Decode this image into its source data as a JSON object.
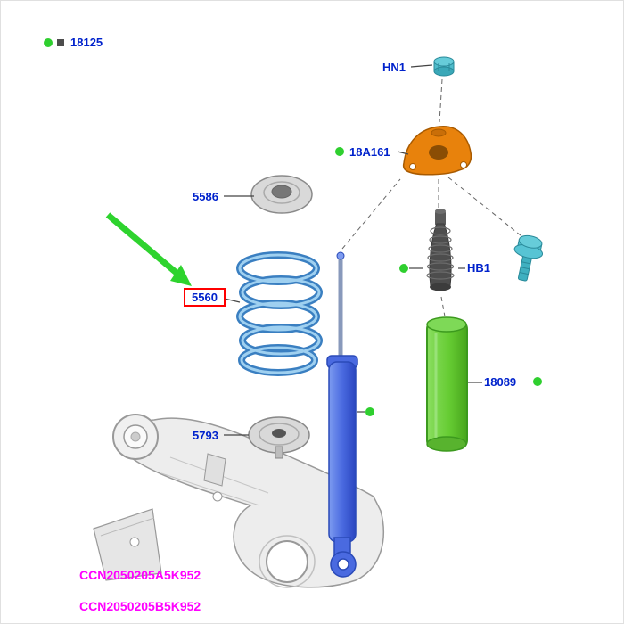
{
  "legend": {
    "code": "18125"
  },
  "parts": {
    "hn1": {
      "label": "HN1"
    },
    "18a161": {
      "label": "18A161"
    },
    "5586": {
      "label": "5586"
    },
    "5560": {
      "label": "5560"
    },
    "hb1": {
      "label": "HB1"
    },
    "18089": {
      "label": "18089"
    },
    "5793": {
      "label": "5793"
    }
  },
  "footer": {
    "line1": "CCN2050205A5K952",
    "line2": "CCN2050205B5K952"
  },
  "colors": {
    "label_blue": "#0022cc",
    "marker_green": "#2fcf2f",
    "highlight_red": "#ff0000",
    "footer_magenta": "#ff00ff",
    "mount_orange": "#e8820c",
    "spring_blue": "#3a7fc1",
    "shock_blue": "#3050d0",
    "boot_green": "#66cc33",
    "hardware_teal": "#57c8d8"
  }
}
